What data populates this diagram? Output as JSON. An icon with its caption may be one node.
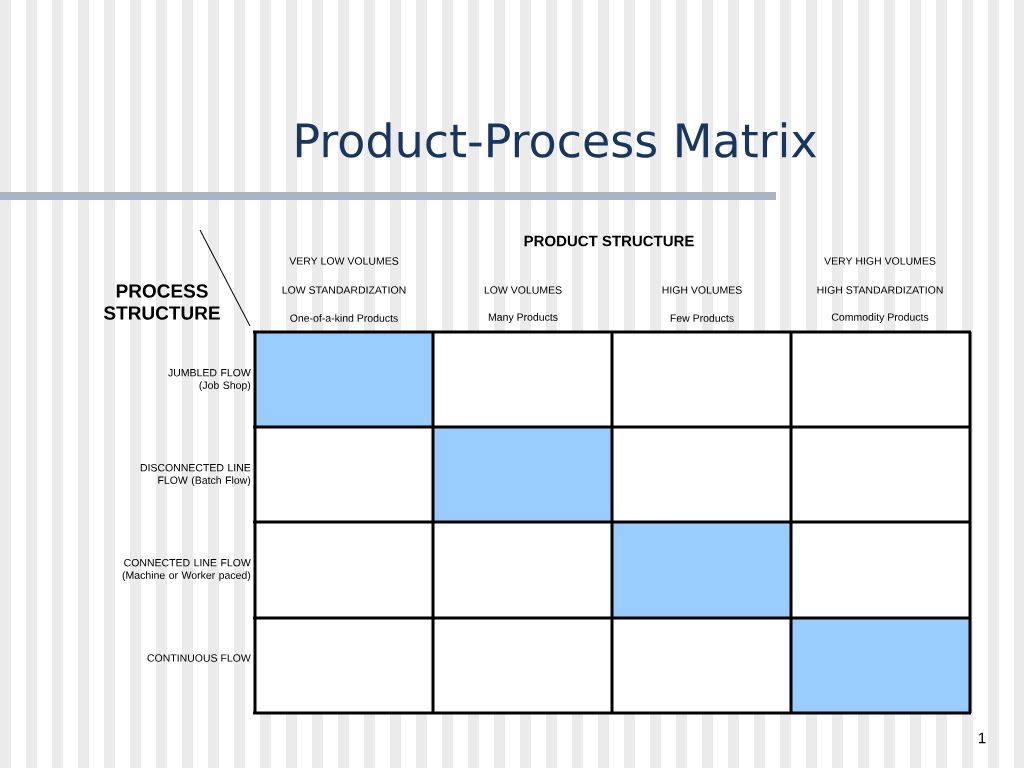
{
  "diagram": {
    "title": "Product-Process Matrix",
    "labels": [
      "PRODUCT STRUCTURE",
      "VERY LOW VOLUMES",
      "VERY HIGH VOLUMES",
      "PROCESS STRUCTURE",
      "LOW STANDARDIZATION",
      "LOW VOLUMES",
      "HIGH VOLUMES",
      "HIGH STANDARDIZATION",
      "One-of-a-kind Products",
      "Many Products",
      "Few Products",
      "Commodity Products",
      "JUMBLED FLOW (Job Shop)",
      "DISCONNECTED LINE FLOW (Batch Flow)",
      "CONNECTED LINE FLOW (Machine or Worker paced)",
      "CONTINUOUS FLOW",
      "1"
    ]
  }
}
